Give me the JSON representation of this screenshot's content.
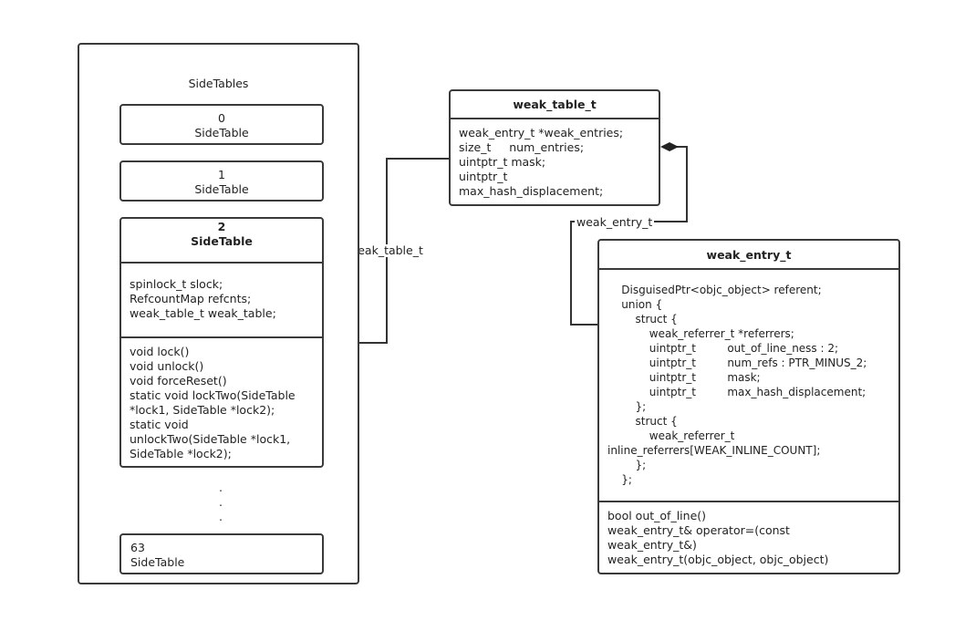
{
  "side_tables": {
    "title": "SideTables",
    "entry0": {
      "index": "0",
      "name": "SideTable"
    },
    "entry1": {
      "index": "1",
      "name": "SideTable"
    },
    "entry2": {
      "index": "2",
      "name": "SideTable",
      "fields": [
        "spinlock_t slock;",
        "RefcountMap refcnts;",
        "weak_table_t weak_table;"
      ],
      "methods": [
        "void lock()",
        "void unlock()",
        "void forceReset()",
        "static void lockTwo(SideTable",
        "*lock1, SideTable *lock2);",
        "static void",
        "unlockTwo(SideTable *lock1,",
        "SideTable *lock2);"
      ]
    },
    "ellipsis": [
      ".",
      ".",
      "."
    ],
    "entry63": {
      "index": "63",
      "name": "SideTable"
    }
  },
  "weak_table": {
    "title": "weak_table_t",
    "fields": [
      "weak_entry_t *weak_entries;",
      "size_t     num_entries;",
      "uintptr_t mask;",
      "uintptr_t",
      "max_hash_displacement;"
    ]
  },
  "weak_entry": {
    "title": "weak_entry_t",
    "body": [
      "    DisguisedPtr<objc_object> referent;",
      "    union {",
      "        struct {",
      "            weak_referrer_t *referrers;",
      "            uintptr_t         out_of_line_ness : 2;",
      "            uintptr_t         num_refs : PTR_MINUS_2;",
      "            uintptr_t         mask;",
      "            uintptr_t         max_hash_displacement;",
      "        };",
      "        struct {",
      "            weak_referrer_t",
      "inline_referrers[WEAK_INLINE_COUNT];",
      "        };",
      "    };"
    ],
    "methods": [
      "bool out_of_line()",
      "weak_entry_t& operator=(const",
      "weak_entry_t&)",
      "weak_entry_t(objc_object, objc_object)"
    ]
  },
  "connectors": {
    "sidetable_to_weak_table": "weak_table_t",
    "weak_table_to_weak_entry": "weak_entry_t"
  }
}
